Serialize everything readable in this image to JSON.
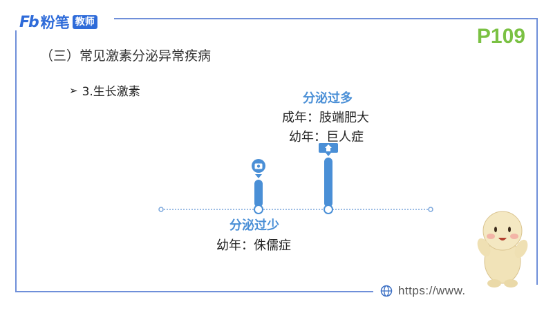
{
  "logo": {
    "mark": "Fb",
    "brand": "粉笔",
    "badge": "教师"
  },
  "page_number": "P109",
  "heading": "（三）常见激素分泌异常疾病",
  "bullet": {
    "arrow": "➢",
    "text": "3.生长激素"
  },
  "excess": {
    "title": "分泌过多",
    "lines": [
      "成年：肢端肥大",
      "幼年：巨人症"
    ]
  },
  "deficiency": {
    "title": "分泌过少",
    "lines": [
      "幼年：侏儒症"
    ]
  },
  "watermark": {
    "url": "https://www."
  },
  "colors": {
    "frame": "#6f8fd9",
    "accent": "#4a8fd6",
    "page_number": "#7ac143",
    "brand": "#2e6bd9"
  }
}
